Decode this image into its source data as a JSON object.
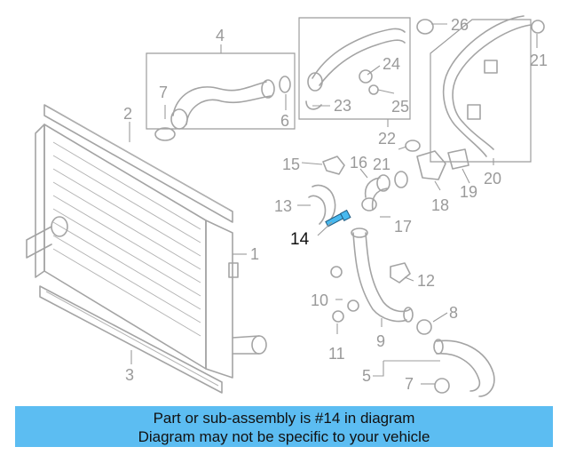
{
  "diagram": {
    "highlight_callout": "14",
    "callouts": [
      "1",
      "2",
      "3",
      "4",
      "5",
      "6",
      "7",
      "7",
      "8",
      "9",
      "10",
      "11",
      "12",
      "13",
      "15",
      "16",
      "17",
      "18",
      "19",
      "20",
      "21",
      "21",
      "22",
      "23",
      "24",
      "25",
      "26"
    ]
  },
  "banner": {
    "line1": "Part or sub-assembly is #14 in diagram",
    "line2": "Diagram may not be specific to your vehicle",
    "color": "#5cbdf2"
  }
}
